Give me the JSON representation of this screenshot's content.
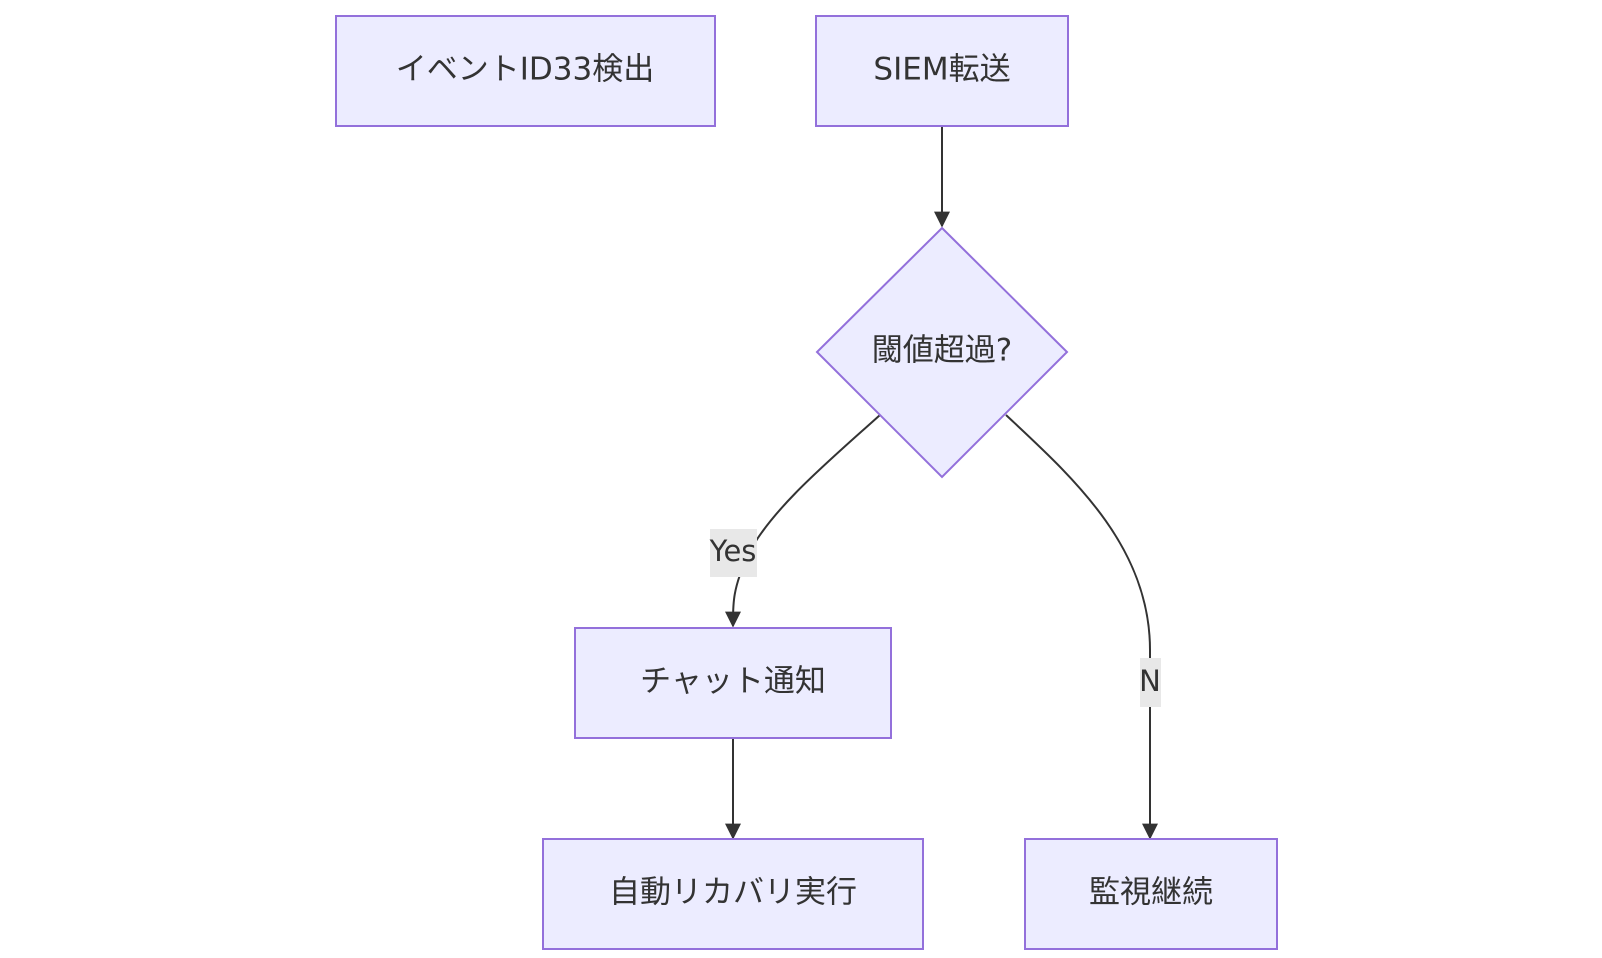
{
  "nodes": {
    "detect": "イベントID33検出",
    "siem": "SIEM転送",
    "threshold": "閾値超過?",
    "chat": "チャット通知",
    "recovery": "自動リカバリ実行",
    "monitor": "監視継続"
  },
  "edges": {
    "yes_label": "Yes",
    "no_label": "N"
  },
  "colors": {
    "node_fill": "#ECECFF",
    "node_stroke": "#9370DB",
    "edge": "#333333",
    "label_bg": "#e8e8e8"
  }
}
